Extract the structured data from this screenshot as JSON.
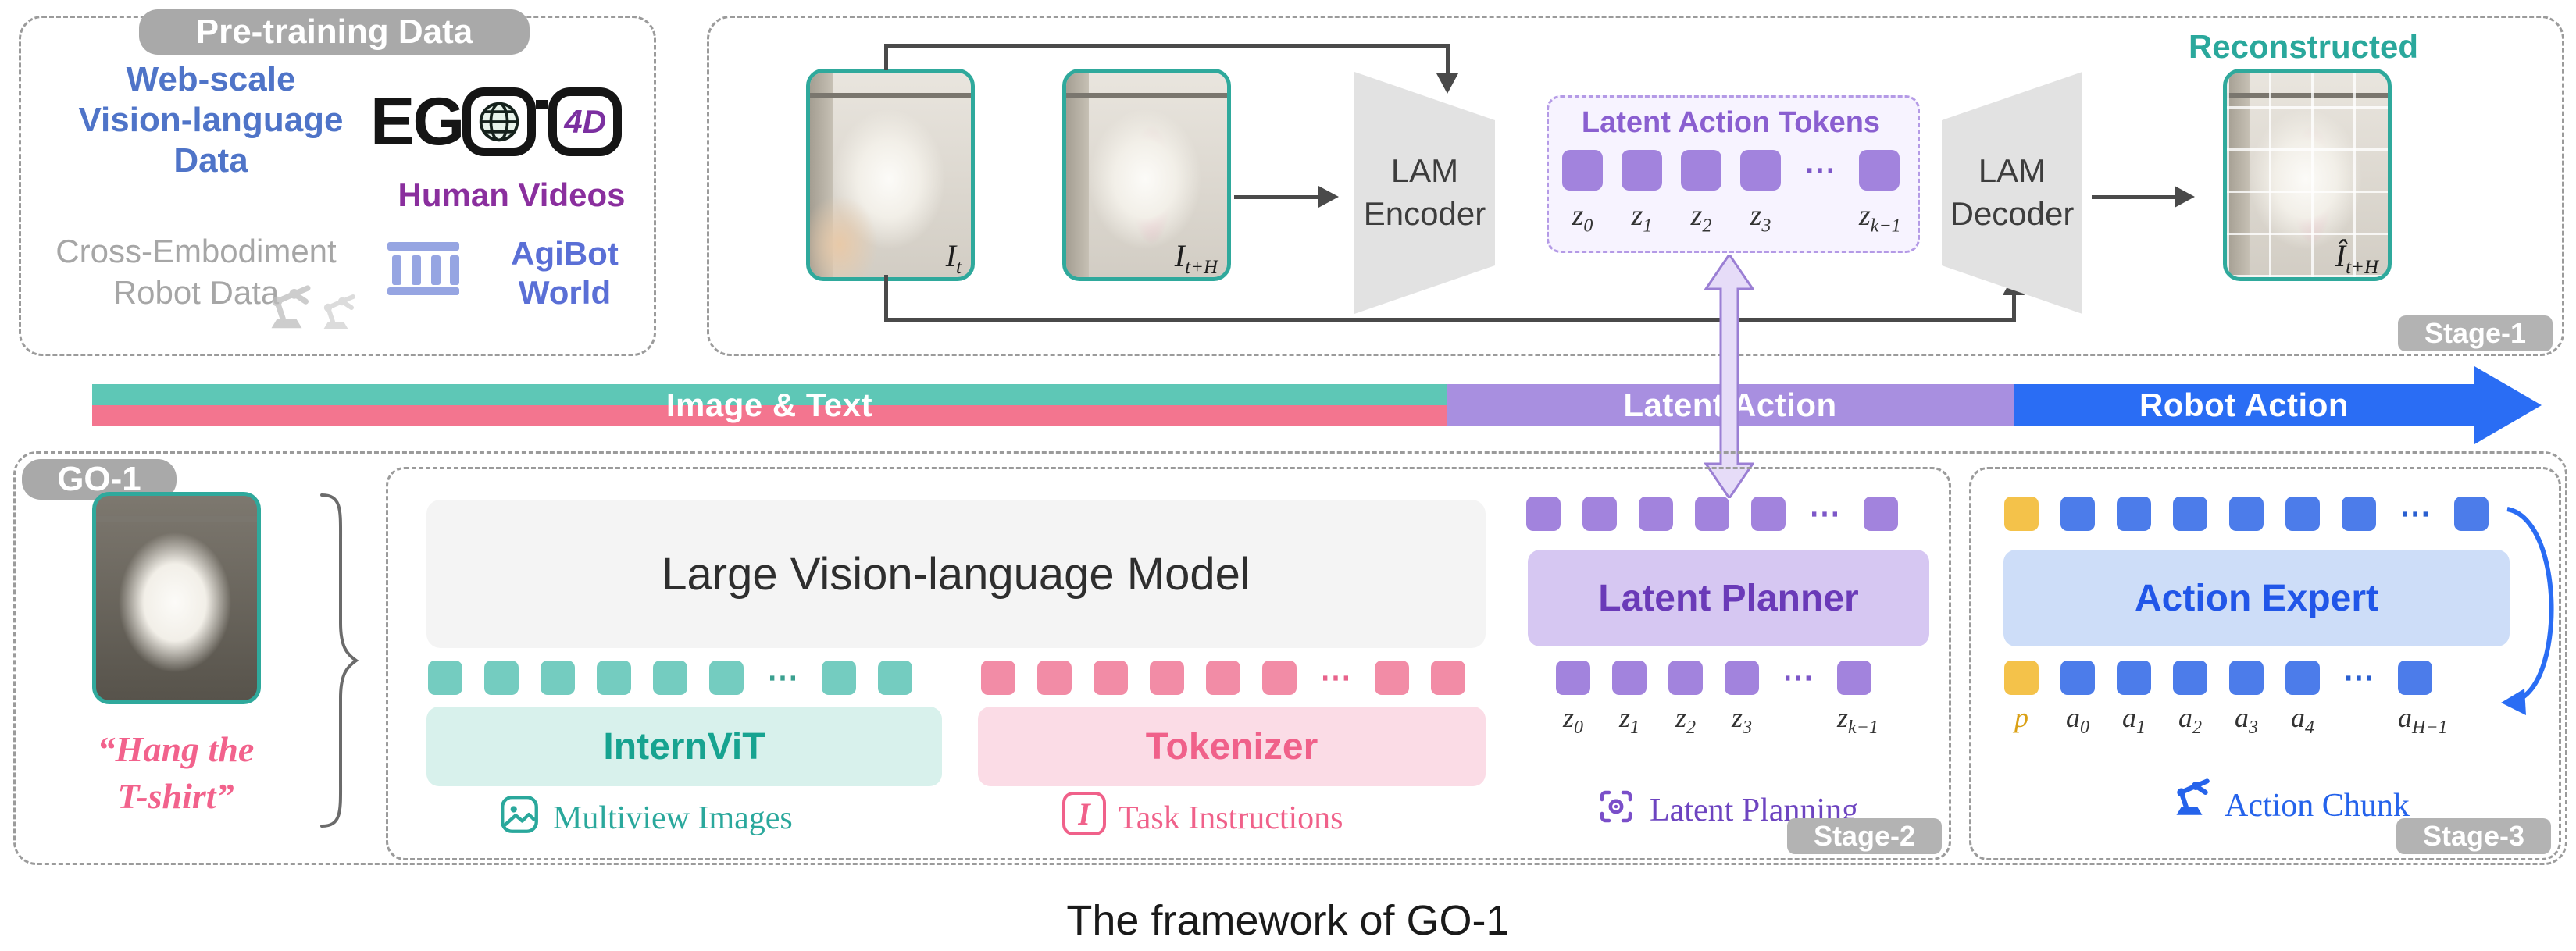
{
  "caption": "The framework of GO-1",
  "labels": {
    "ellipsis": "⋯",
    "z": [
      {
        "b": "z",
        "s": "0"
      },
      {
        "b": "z",
        "s": "1"
      },
      {
        "b": "z",
        "s": "2"
      },
      {
        "b": "z",
        "s": "3"
      },
      {
        "b": "z",
        "s": "k−1"
      }
    ],
    "a": [
      {
        "b": "a",
        "s": "0"
      },
      {
        "b": "a",
        "s": "1"
      },
      {
        "b": "a",
        "s": "2"
      },
      {
        "b": "a",
        "s": "3"
      },
      {
        "b": "a",
        "s": "4"
      },
      {
        "b": "a",
        "s": "H−1"
      }
    ],
    "p": "p"
  },
  "pretraining": {
    "title": "Pre-training Data",
    "web_lines": [
      "Web-scale",
      "Vision-language",
      "Data"
    ],
    "ego_prefix": "EG",
    "ego_lens": "4D",
    "human_videos": "Human Videos",
    "cross_lines": [
      "Cross-Embodiment",
      "Robot Data"
    ],
    "agibot_lines": [
      "AgiBot",
      "World"
    ]
  },
  "stage1": {
    "pill": "Stage-1",
    "img1": {
      "b": "I",
      "s": "t"
    },
    "img2": {
      "b": "I",
      "s": "t+H"
    },
    "encoder": [
      "LAM",
      "Encoder"
    ],
    "decoder": [
      "LAM",
      "Decoder"
    ],
    "latent_title": "Latent Action Tokens",
    "reconstructed": "Reconstructed",
    "recon": {
      "b": "Î",
      "s": "t+H"
    }
  },
  "band": {
    "image_text": "Image & Text",
    "latent_action": "Latent Action",
    "robot_action": "Robot Action"
  },
  "go1": {
    "pill": "GO-1",
    "instruction": [
      "“Hang the",
      "T-shirt”"
    ],
    "vlm": "Large Vision-language Model",
    "internvit": "InternViT",
    "tokenizer": "Tokenizer",
    "multiview": "Multiview Images",
    "task_icon": "I",
    "task_instructions": "Task Instructions",
    "latent_planner": "Latent Planner",
    "latent_planning": "Latent Planning",
    "stage2_pill": "Stage-2",
    "action_expert": "Action Expert",
    "action_chunk": "Action Chunk",
    "stage3_pill": "Stage-3"
  }
}
